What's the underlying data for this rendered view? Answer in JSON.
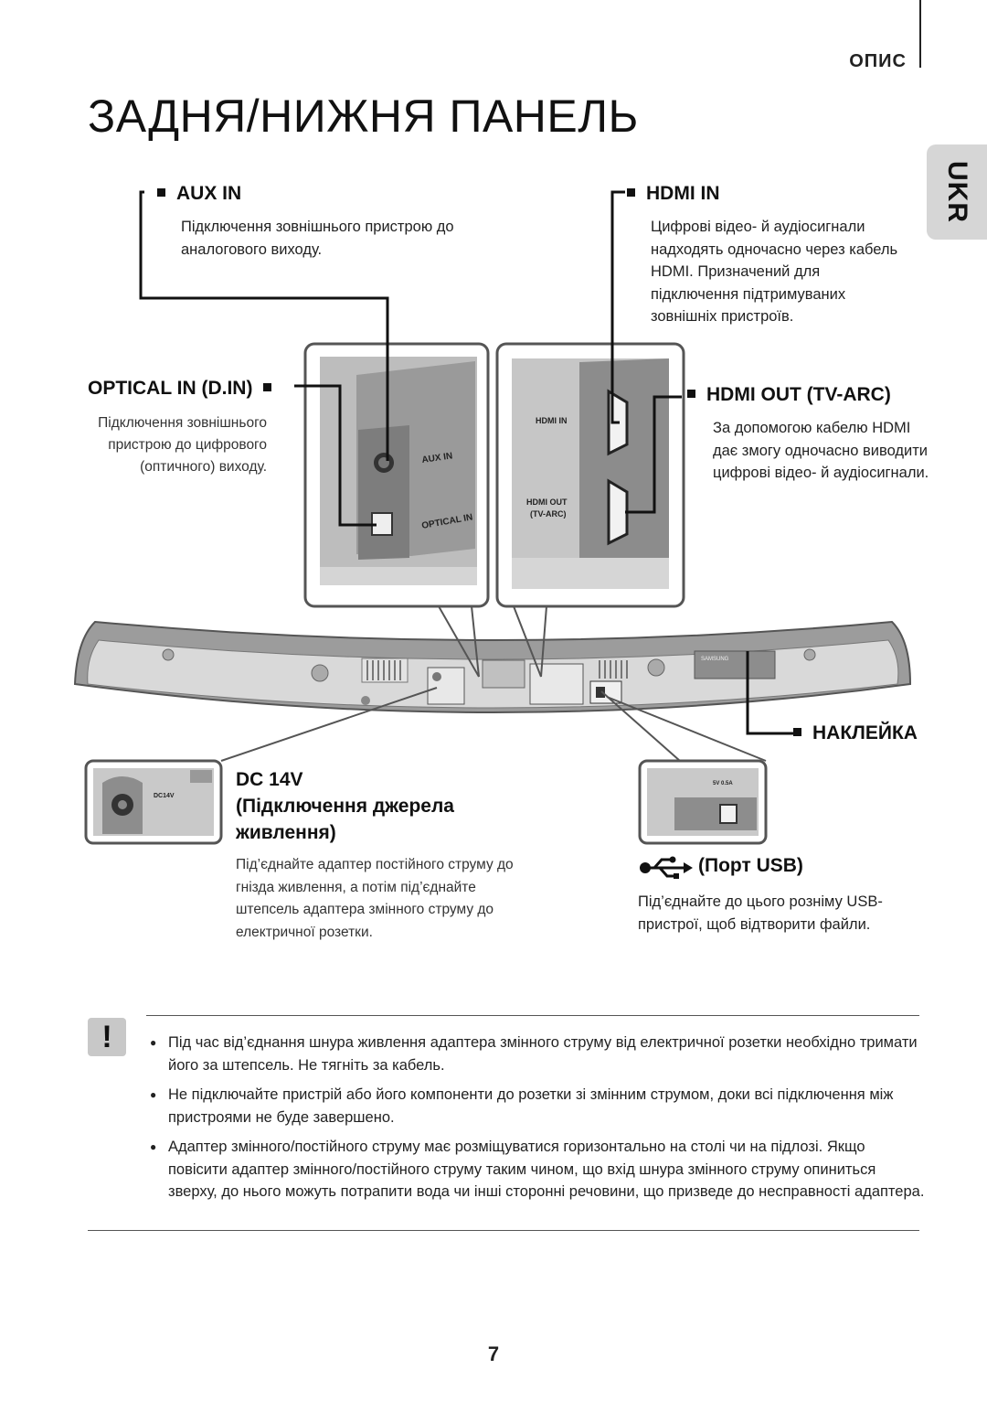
{
  "header": {
    "section": "ОПИС",
    "language_tab": "UKR",
    "title": "ЗАДНЯ/НИЖНЯ ПАНЕЛЬ"
  },
  "aux_in": {
    "heading": "AUX IN",
    "text": "Підключення зовнішнього пристрою до аналогового виходу."
  },
  "hdmi_in": {
    "heading": "HDMI IN",
    "text": "Цифрові відео- й аудіосигнали надходять одночасно через кабель HDMI. Призначений для підключення підтримуваних зовнішніх пристроїв."
  },
  "optical_in": {
    "heading": "OPTICAL IN (D.IN)",
    "text": "Підключення зовнішнього пристрою до цифрового (оптичного) виходу."
  },
  "hdmi_out": {
    "heading": "HDMI OUT (TV-ARC)",
    "text": "За допомогою кабелю HDMI дає змогу одночасно виводити цифрові відео- й аудіосигнали."
  },
  "sticker": {
    "heading": "НАКЛЕЙКА"
  },
  "dc": {
    "heading_line1": "DC 14V",
    "heading_line2": "(Підключення джерела",
    "heading_line3": "живлення)",
    "text": "Під’єднайте адаптер постійного струму до гнізда живлення, а потім під’єднайте штепсель адаптера змінного струму до електричної розетки."
  },
  "usb": {
    "heading": "(Порт USB)",
    "text": "Під’єднайте до цього розніму USB-пристрої, щоб відтворити файли."
  },
  "panel_labels": {
    "aux_in": "AUX IN",
    "optical_in": "OPTICAL IN",
    "hdmi_in": "HDMI IN",
    "hdmi_out_line1": "HDMI OUT",
    "hdmi_out_line2": "(TV-ARC)",
    "dc14v": "DC14V",
    "usb_rating": "5V 0.5A",
    "samsung": "SAMSUNG"
  },
  "warning": {
    "icon": "!",
    "items": [
      "Під час від’єднання шнура живлення адаптера змінного струму від електричної розетки необхідно тримати його за штепсель. Не тягніть за кабель.",
      "Не підключайте пристрій або його компоненти до розетки зі змінним струмом, доки всі підключення між пристроями не буде завершено.",
      "Адаптер змінного/постійного струму має розміщуватися горизонтально на столі чи на підлозі. Якщо повісити адаптер змінного/постійного струму таким чином, що вхід шнура змінного струму опиниться зверху, до нього можуть потрапити вода чи інші сторонні речовини, що призведе до несправності адаптера."
    ]
  },
  "page_number": "7"
}
